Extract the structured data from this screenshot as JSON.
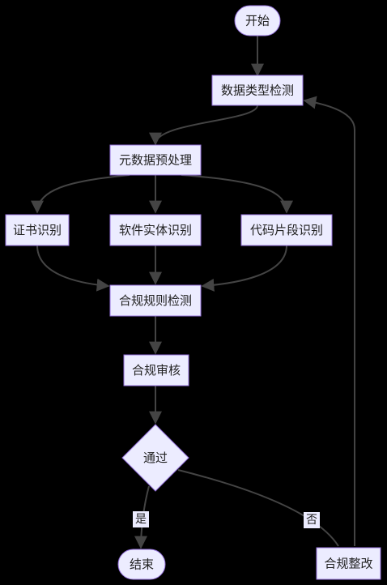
{
  "colors": {
    "background": "#000000",
    "node_fill": "#ECECFF",
    "node_stroke": "#9370DB",
    "edge": "#444444",
    "text": "#222222"
  },
  "nodes": {
    "start": "开始",
    "type_check": "数据类型检测",
    "preprocess": "元数据预处理",
    "cert": "证书识别",
    "software": "软件实体识别",
    "code": "代码片段识别",
    "rule_check": "合规规则检测",
    "review": "合规审核",
    "pass": "通过",
    "end": "结束",
    "fix": "合规整改"
  },
  "edge_labels": {
    "yes": "是",
    "no": "否"
  }
}
